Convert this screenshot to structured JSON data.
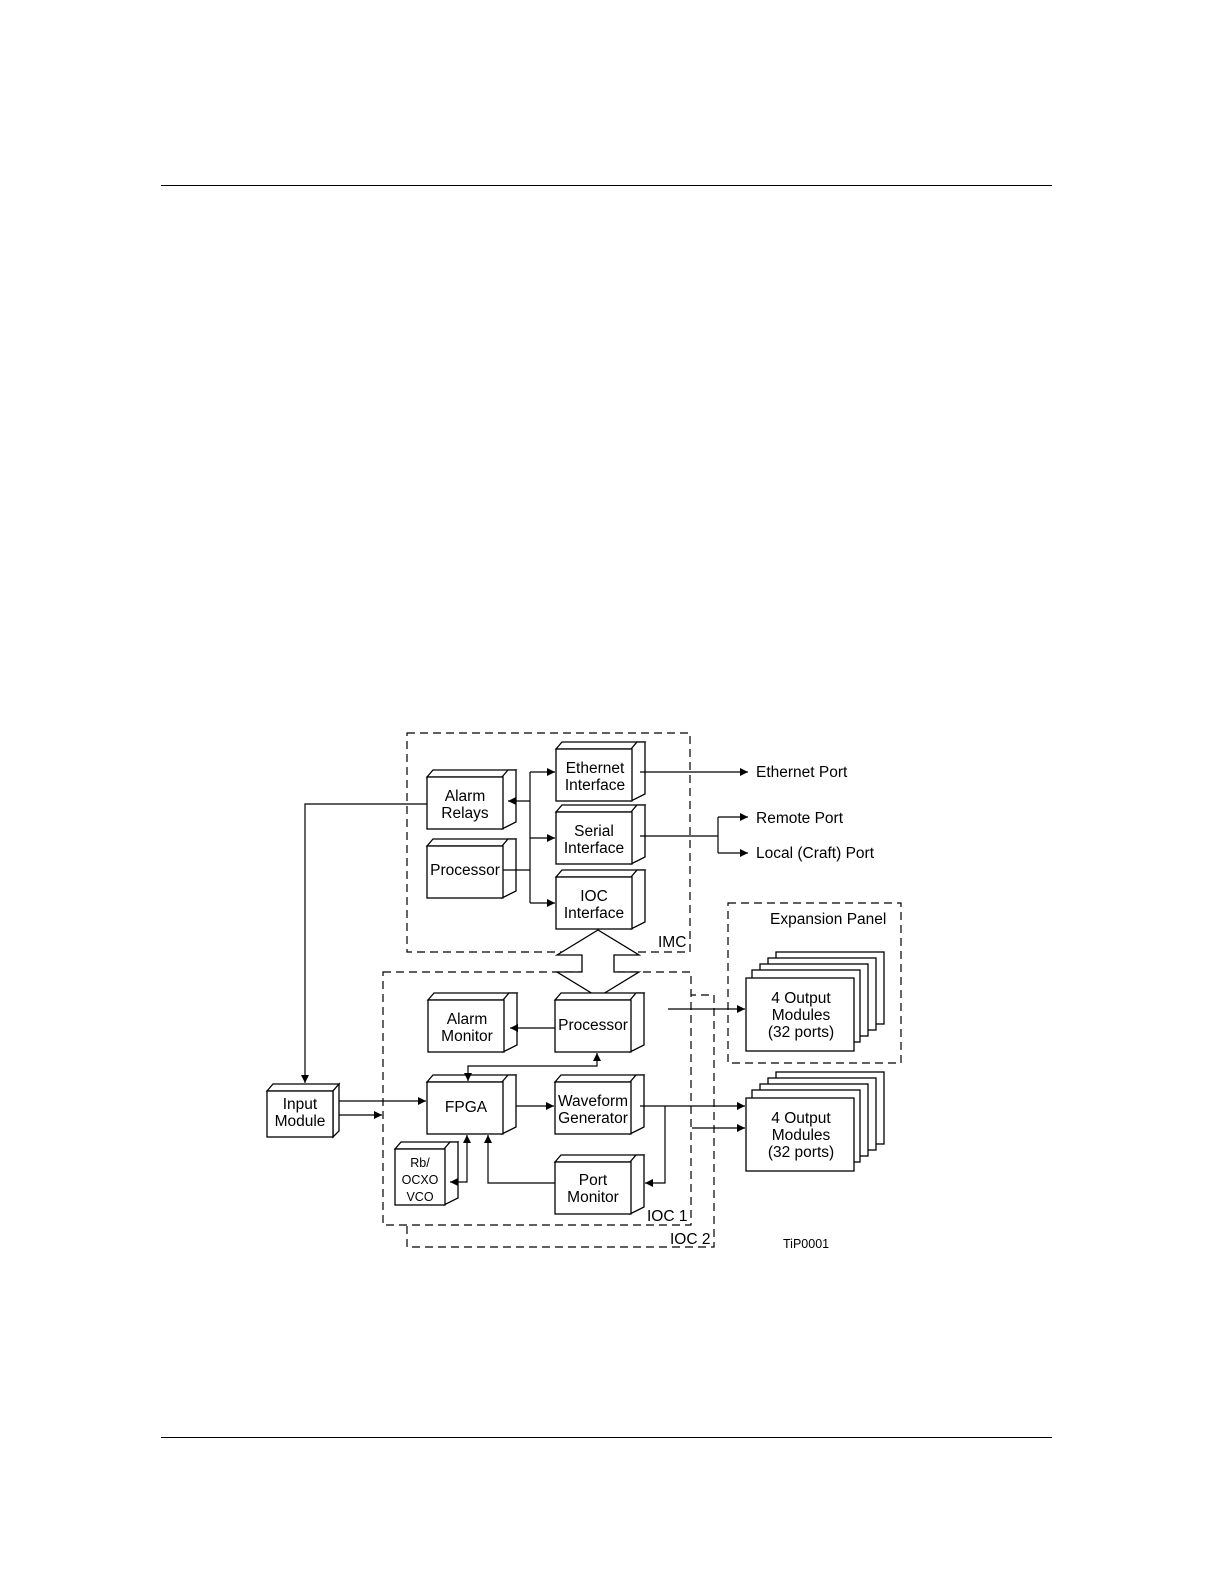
{
  "blocks": {
    "alarm_relays": [
      "Alarm",
      "Relays"
    ],
    "processor_imc": [
      "Processor"
    ],
    "ethernet_interface": [
      "Ethernet",
      "Interface"
    ],
    "serial_interface": [
      "Serial",
      "Interface"
    ],
    "ioc_interface": [
      "IOC",
      "Interface"
    ],
    "alarm_monitor": [
      "Alarm",
      "Monitor"
    ],
    "processor_ioc": [
      "Processor"
    ],
    "fpga": [
      "FPGA"
    ],
    "waveform_generator": [
      "Waveform",
      "Generator"
    ],
    "port_monitor": [
      "Port",
      "Monitor"
    ],
    "oscillator": [
      "Rb/",
      "OCXO",
      "VCO"
    ],
    "input_module": [
      "Input",
      "Module"
    ],
    "output_modules_1": [
      "4 Output",
      "Modules",
      "(32 ports)"
    ],
    "output_modules_2": [
      "4 Output",
      "Modules",
      "(32 ports)"
    ]
  },
  "regions": {
    "imc": "IMC",
    "ioc1": "IOC 1",
    "ioc2": "IOC 2",
    "expansion_panel": "Expansion Panel"
  },
  "ports": {
    "ethernet": "Ethernet Port",
    "remote": "Remote Port",
    "local": "Local (Craft) Port"
  },
  "figure_id": "TiP0001"
}
